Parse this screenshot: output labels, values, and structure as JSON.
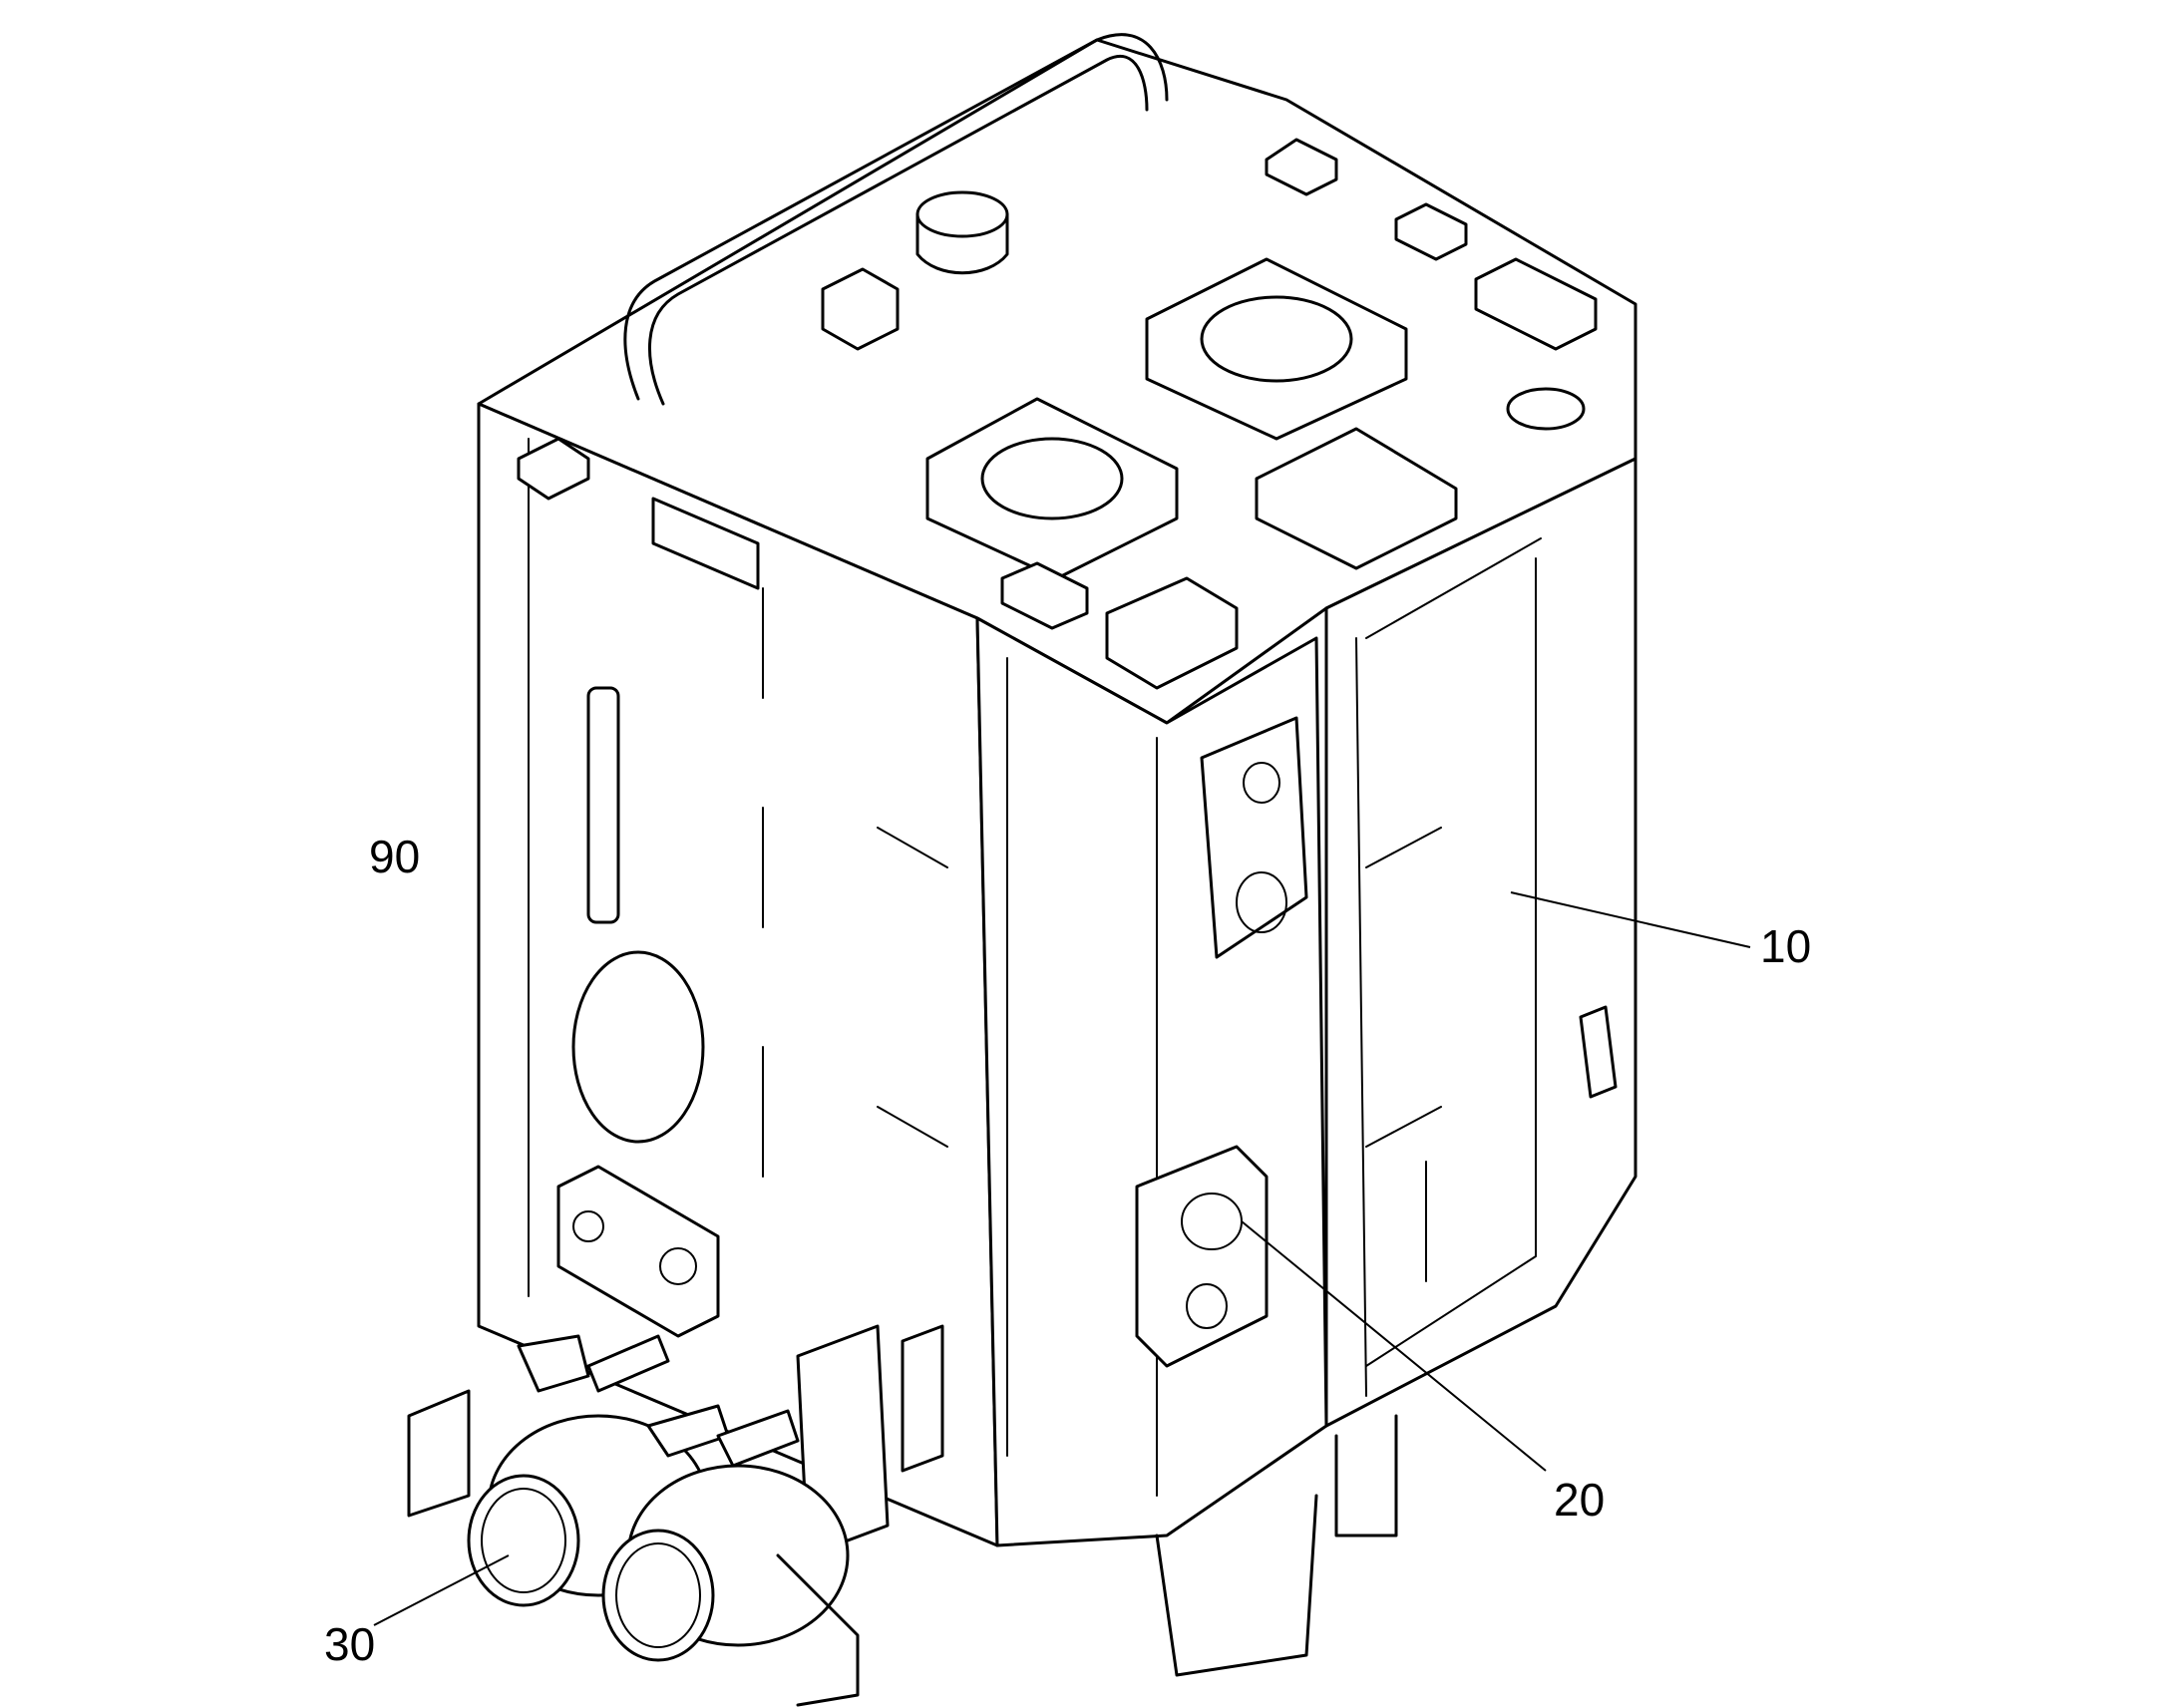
{
  "callouts": [
    {
      "id": "90",
      "label": "90"
    },
    {
      "id": "10",
      "label": "10"
    },
    {
      "id": "20",
      "label": "20"
    },
    {
      "id": "30",
      "label": "30"
    }
  ],
  "colors": {
    "stroke": "#000000",
    "background": "#ffffff"
  }
}
